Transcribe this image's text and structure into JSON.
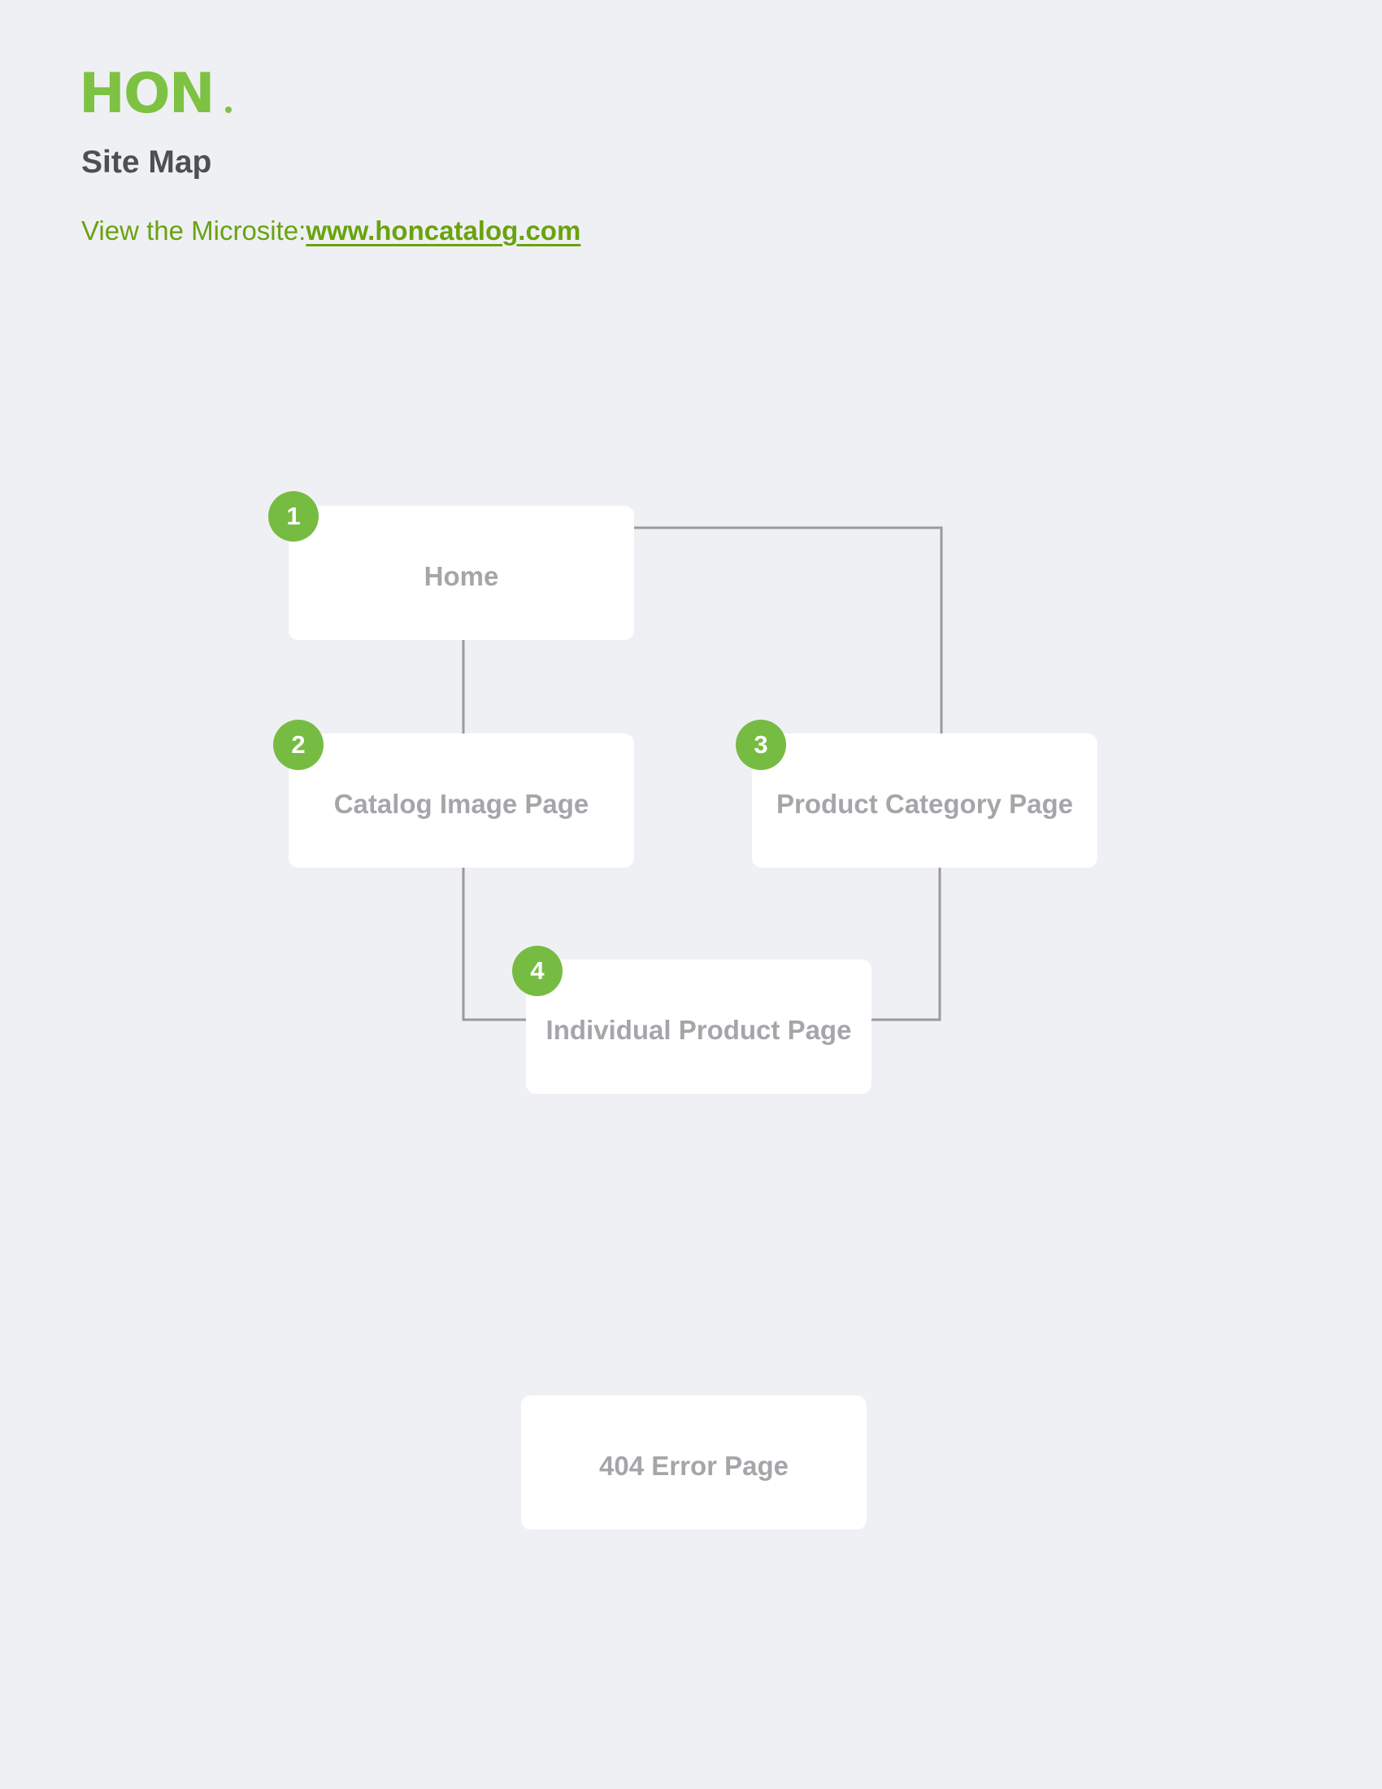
{
  "logo": {
    "text": "HON"
  },
  "header": {
    "title": "Site Map",
    "microsite_prefix": "View the Microsite:",
    "microsite_link": "www.honcatalog.com"
  },
  "nodes": [
    {
      "number": "1",
      "label": "Home"
    },
    {
      "number": "2",
      "label": "Catalog Image Page"
    },
    {
      "number": "3",
      "label": "Product Category Page"
    },
    {
      "number": "4",
      "label": "Individual Product Page"
    },
    {
      "label": "404 Error Page"
    }
  ],
  "colors": {
    "brand_green": "#7dc242",
    "link_green": "#69a30e",
    "badge_green": "#76bc43",
    "background": "#eff0f3",
    "node_background": "#ffffff",
    "node_label": "#a4a6a9",
    "connector": "#9a9a9a"
  }
}
